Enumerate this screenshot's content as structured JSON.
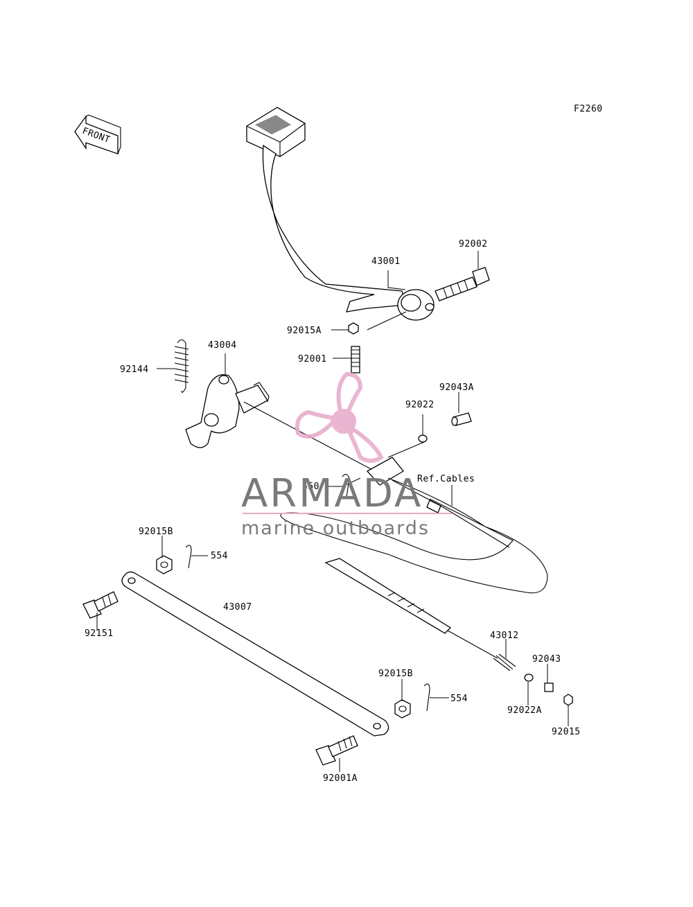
{
  "figure_code": "F2260",
  "front_label": "FRONT",
  "parts": {
    "p43001": "43001",
    "p92002": "92002",
    "p92015A": "92015A",
    "p92001": "92001",
    "p43004": "43004",
    "p92144": "92144",
    "p92043A": "92043A",
    "p92022": "92022",
    "p550": "550",
    "ref_cables": "Ref.Cables",
    "p92015B_top": "92015B",
    "p554_top": "554",
    "p43007": "43007",
    "p92151": "92151",
    "p43012": "43012",
    "p92043": "92043",
    "p92015B_bottom": "92015B",
    "p554_bottom": "554",
    "p92022A": "92022A",
    "p92015": "92015",
    "p92001A": "92001A"
  },
  "watermark": {
    "brand": "ARMADA",
    "tagline": "marine outboards",
    "logo_color": "#e7a9c8",
    "divider_color": "#e7a9c8",
    "text_color": "#7a7a7a"
  }
}
